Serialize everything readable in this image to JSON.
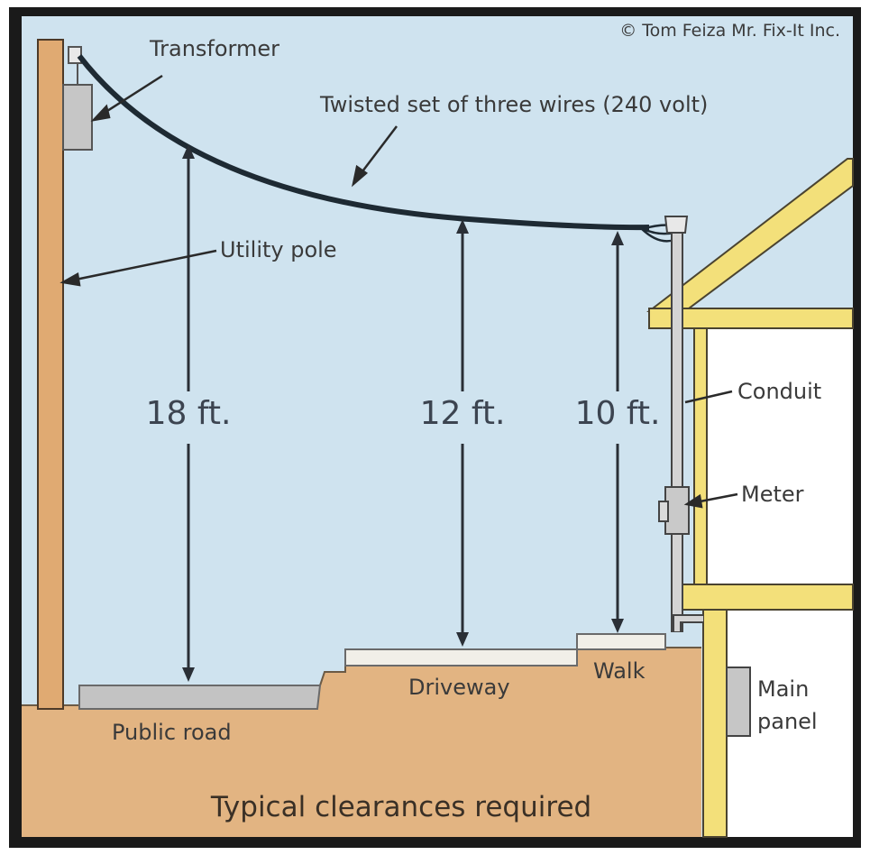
{
  "copyright": "© Tom Feiza Mr. Fix-It Inc.",
  "labels": {
    "transformer": "Transformer",
    "wires": "Twisted set of three wires (240 volt)",
    "utility_pole": "Utility pole",
    "conduit": "Conduit",
    "meter": "Meter",
    "main_panel_line1": "Main",
    "main_panel_line2": "panel",
    "public_road": "Public road",
    "driveway": "Driveway",
    "walk": "Walk"
  },
  "clearances": [
    {
      "location": "Public road",
      "height_ft": 18,
      "label": "18 ft."
    },
    {
      "location": "Driveway",
      "height_ft": 12,
      "label": "12 ft."
    },
    {
      "location": "Walk",
      "height_ft": 10,
      "label": "10 ft."
    }
  ],
  "caption": "Typical clearances required",
  "colors": {
    "sky": "#cfe3ef",
    "ground": "#e2b482",
    "pole": "#e0aa72",
    "house_framing": "#f3e07a",
    "road": "#c3c3c3",
    "pavement": "#f1efe8",
    "wire": "#1e2a33",
    "border": "#1a1a1a"
  }
}
